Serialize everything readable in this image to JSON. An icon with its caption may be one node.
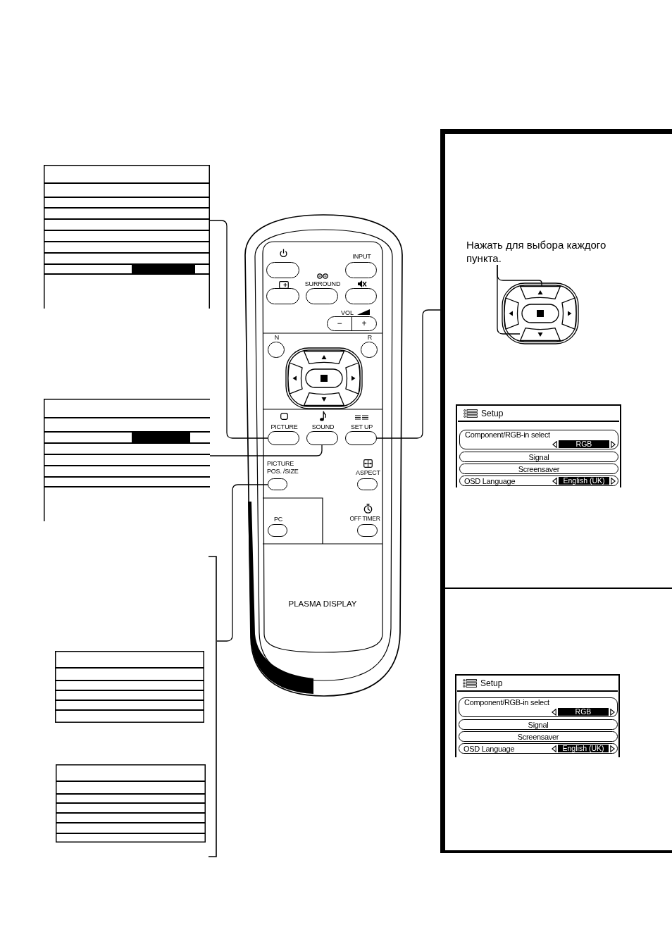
{
  "diagram": {
    "nodes": [
      {
        "text": [],
        "shape": "table"
      },
      {
        "text": [],
        "shape": "table"
      },
      {
        "text": [],
        "shape": "bracket"
      },
      {
        "text": [],
        "shape": "table"
      },
      {
        "text": [],
        "shape": "table"
      },
      {
        "text": [
          "PLASMA DISPLAY"
        ]
      },
      {
        "text": [],
        "shape": "button",
        "in": 5
      },
      {
        "text": [
          "INPUT"
        ],
        "in": 5
      },
      {
        "text": [],
        "shape": "button",
        "in": 5
      },
      {
        "text": [
          "SURROUND"
        ],
        "in": 5
      },
      {
        "text": [],
        "shape": "button",
        "in": 5
      },
      {
        "text": [
          "VOL",
          "−",
          "+"
        ],
        "in": 5
      },
      {
        "text": [
          "N"
        ],
        "in": 5
      },
      {
        "text": [
          "R"
        ],
        "in": 5
      },
      {
        "text": [],
        "shape": "button",
        "in": 5
      },
      {
        "text": [],
        "shape": "button",
        "in": 5
      },
      {
        "text": [
          "PICTURE"
        ],
        "in": 5
      },
      {
        "text": [
          "SOUND"
        ],
        "in": 5
      },
      {
        "text": [
          "SET UP"
        ],
        "in": 5
      },
      {
        "text": [
          "PICTURE POS. /SIZE"
        ],
        "in": 5
      },
      {
        "text": [
          "ASPECT"
        ],
        "in": 5
      },
      {
        "text": [
          "PC"
        ],
        "in": 5
      },
      {
        "text": [
          "OFF TIMER"
        ],
        "in": 5
      },
      {
        "text": [],
        "shape": "box"
      },
      {
        "text": [
          "Нажать для выбора каждого пункта."
        ],
        "in": 23
      },
      {
        "text": [],
        "shape": "button",
        "in": 23
      },
      {
        "text": [],
        "shape": "button",
        "in": 23
      },
      {
        "text": [
          "Setup"
        ],
        "in": 23
      },
      {
        "text": [
          "Component/RGB-in select",
          "RGB"
        ],
        "in": 27
      },
      {
        "text": [
          "Signal"
        ],
        "in": 27
      },
      {
        "text": [
          "Screensaver"
        ],
        "in": 27
      },
      {
        "text": [
          "OSD Language",
          "English (UK)"
        ],
        "in": 27
      },
      {
        "text": [],
        "shape": "box"
      },
      {
        "text": [
          "Setup"
        ],
        "in": 32
      },
      {
        "text": [
          "Component/RGB-in select",
          "RGB"
        ],
        "in": 33
      },
      {
        "text": [
          "Signal"
        ],
        "in": 33
      },
      {
        "text": [
          "Screensaver"
        ],
        "in": 33
      },
      {
        "text": [
          "OSD Language",
          "English (UK)"
        ],
        "in": 33
      }
    ],
    "edges": [
      {
        "from": 16,
        "to": 0,
        "arrow": "none"
      },
      {
        "from": 17,
        "to": 1,
        "arrow": "none"
      },
      {
        "from": 18,
        "to": 23,
        "arrow": "none"
      },
      {
        "from": 19,
        "to": 2,
        "arrow": "none"
      },
      {
        "from": 24,
        "to": 25,
        "arrow": "none"
      },
      {
        "from": 24,
        "to": 26,
        "arrow": "none"
      }
    ]
  }
}
